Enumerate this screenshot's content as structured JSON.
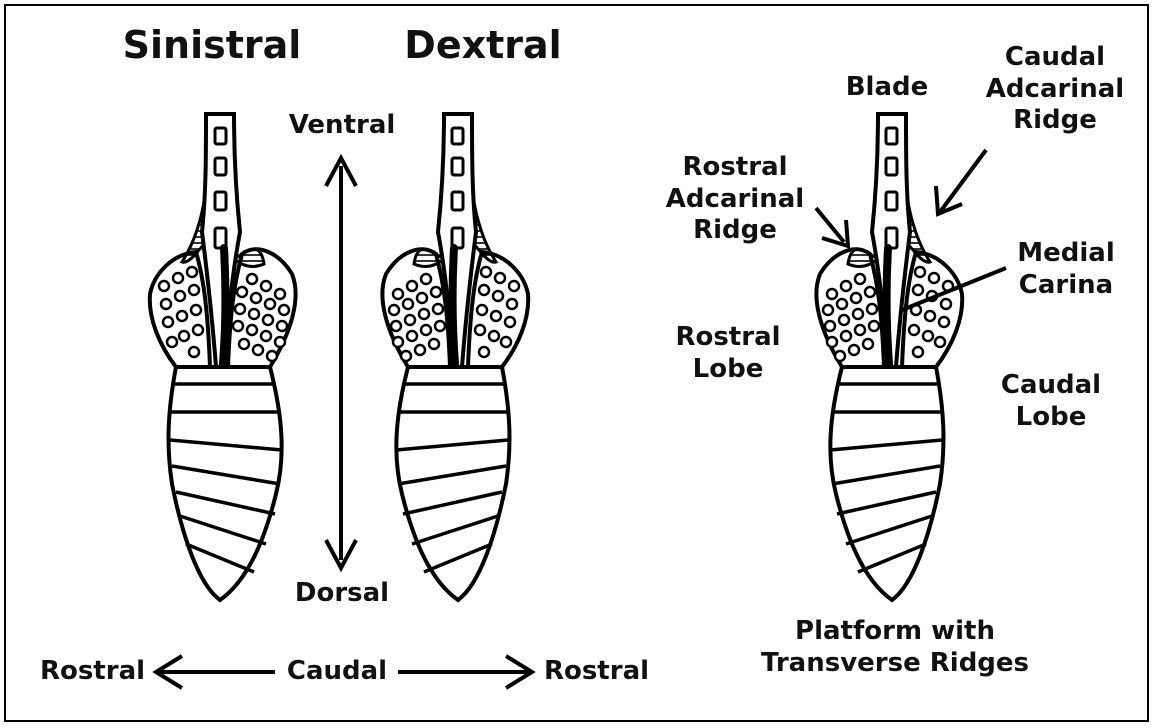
{
  "titles": {
    "sinistral": "Sinistral",
    "dextral": "Dextral"
  },
  "axis": {
    "ventral": "Ventral",
    "dorsal": "Dorsal",
    "rostral_left": "Rostral",
    "caudal": "Caudal",
    "rostral_right": "Rostral"
  },
  "parts": {
    "blade": "Blade",
    "caudal_adcarinal_ridge": "Caudal\nAdcarinal\nRidge",
    "rostral_adcarinal_ridge": "Rostral\nAdcarinal\nRidge",
    "medial_carina": "Medial\nCarina",
    "rostral_lobe": "Rostral\nLobe",
    "caudal_lobe": "Caudal\nLobe",
    "platform": "Platform with\nTransverse Ridges"
  },
  "colors": {
    "ink": "#000000",
    "background": "#ffffff"
  }
}
